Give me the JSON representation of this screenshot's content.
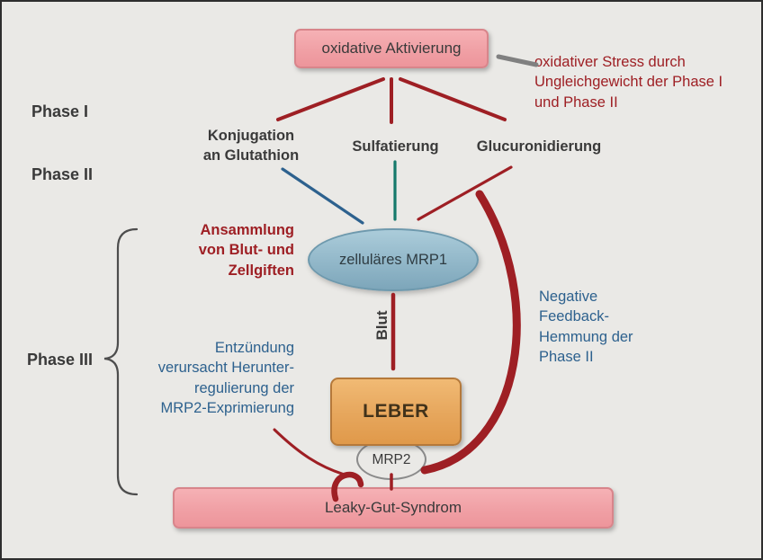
{
  "colors": {
    "bg": "#eae9e6",
    "text": "#3a3a3a",
    "darkred": "#9e1f24",
    "blue": "#2d618e",
    "teal": "#15796b",
    "gray": "#808080",
    "pinkborder": "#d8858b",
    "tanborder": "#b5793a",
    "mrp1_fill": "#8fb5c7",
    "mrp1_border": "#6e99ad"
  },
  "labels": {
    "oxidative_box": "oxidative Aktivierung",
    "stress_note": "oxidativer Stress durch\nUngleichgewicht der Phase I\nund Phase II",
    "phase1": "Phase I",
    "phase2": "Phase II",
    "phase3": "Phase III",
    "konjugation": "Konjugation\nan Glutathion",
    "sulfatierung": "Sulfatierung",
    "glucuronidierung": "Glucuronidierung",
    "mrp1": "zelluläres MRP1",
    "ansammlung": "Ansammlung\nvon Blut- und\nZellgiften",
    "blut": "Blut",
    "leber": "LEBER",
    "mrp2": "MRP2",
    "entzuendung": "Entzündung\nverursacht Herunter-\nregulierung der\nMRP2-Exprimierung",
    "feedback": "Negative\nFeedback-\nHemmung der\nPhase II",
    "leaky": "Leaky-Gut-Syndrom"
  }
}
